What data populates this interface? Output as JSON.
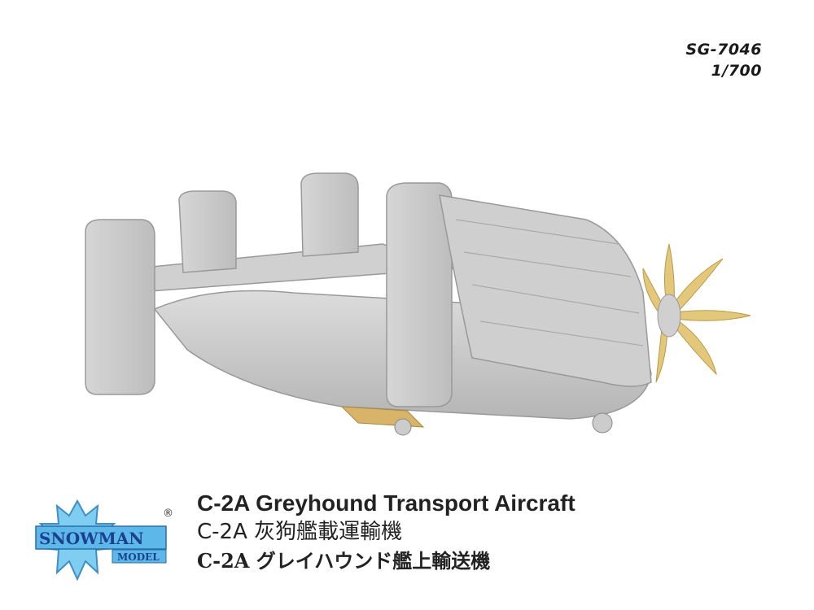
{
  "product": {
    "code": "SG-7046",
    "scale": "1/700"
  },
  "titles": {
    "english": "C-2A Greyhound Transport Aircraft",
    "chinese": "C-2A 灰狗艦載運輸機",
    "japanese": "C-2A グレイハウンド艦上輸送機"
  },
  "brand": {
    "name": "SNOWMAN",
    "sub": "MODEL",
    "registered": "®",
    "color": "#5bb8e8"
  },
  "colors": {
    "airframe": "#c9c9c9",
    "propeller": "#e3c77a"
  }
}
